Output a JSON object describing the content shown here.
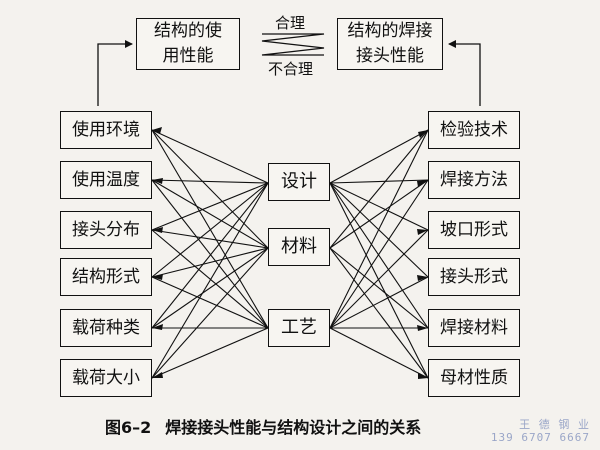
{
  "top_left": "结构的使\n用性能",
  "top_right": "结构的焊接\n接头性能",
  "relation_top": "合理",
  "relation_bottom": "不合理",
  "left_items": [
    "使用环境",
    "使用温度",
    "接头分布",
    "结构形式",
    "载荷种类",
    "载荷大小"
  ],
  "center_items": [
    "设计",
    "材料",
    "工艺"
  ],
  "right_items": [
    "检验技术",
    "焊接方法",
    "坡口形式",
    "接头形式",
    "焊接材料",
    "母材性质"
  ],
  "caption": {
    "number": "图6–2",
    "title": "焊接接头性能与结构设计之间的关系"
  },
  "watermark": {
    "line1": "王 德 钢 业",
    "line2": "139 6707 6667"
  }
}
